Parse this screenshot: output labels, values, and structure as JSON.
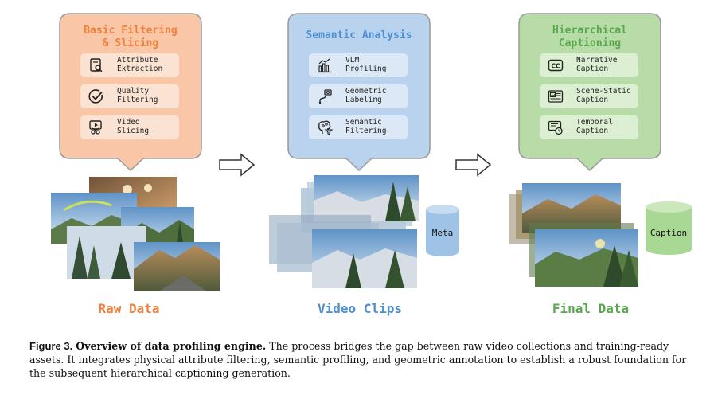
{
  "stages": [
    {
      "title": "Basic Filtering\n& Slicing",
      "color": "#f0915a",
      "items": [
        {
          "label": "Attribute\nExtraction",
          "icon": "search-document-icon"
        },
        {
          "label": "Quality\nFiltering",
          "icon": "check-circle-icon"
        },
        {
          "label": "Video\nSlicing",
          "icon": "video-scissors-icon"
        }
      ],
      "bottom_label": "Raw Data"
    },
    {
      "title": "Semantic Analysis",
      "color": "#6fa3d8",
      "items": [
        {
          "label": "VLM\nProfiling",
          "icon": "bar-chart-icon"
        },
        {
          "label": "Geometric\nLabeling",
          "icon": "camera-path-icon"
        },
        {
          "label": "Semantic\nFiltering",
          "icon": "brain-filter-icon"
        }
      ],
      "bottom_label": "Video Clips",
      "store_label": "Meta"
    },
    {
      "title": "Hierarchical\nCaptioning",
      "color": "#6db462",
      "items": [
        {
          "label": "Narrative\nCaption",
          "icon": "cc-icon"
        },
        {
          "label": "Scene-Static\nCaption",
          "icon": "image-text-icon"
        },
        {
          "label": "Temporal\nCaption",
          "icon": "clock-caption-icon"
        }
      ],
      "bottom_label": "Final Data",
      "store_label": "Caption"
    }
  ],
  "caption": {
    "figure": "Figure 3.",
    "title": "Overview of data profiling engine.",
    "body": "The process bridges the gap between raw video collections and training-ready assets. It integrates physical attribute filtering, semantic profiling, and geometric annotation to establish a robust foundation for the subsequent hierarchical captioning generation."
  }
}
